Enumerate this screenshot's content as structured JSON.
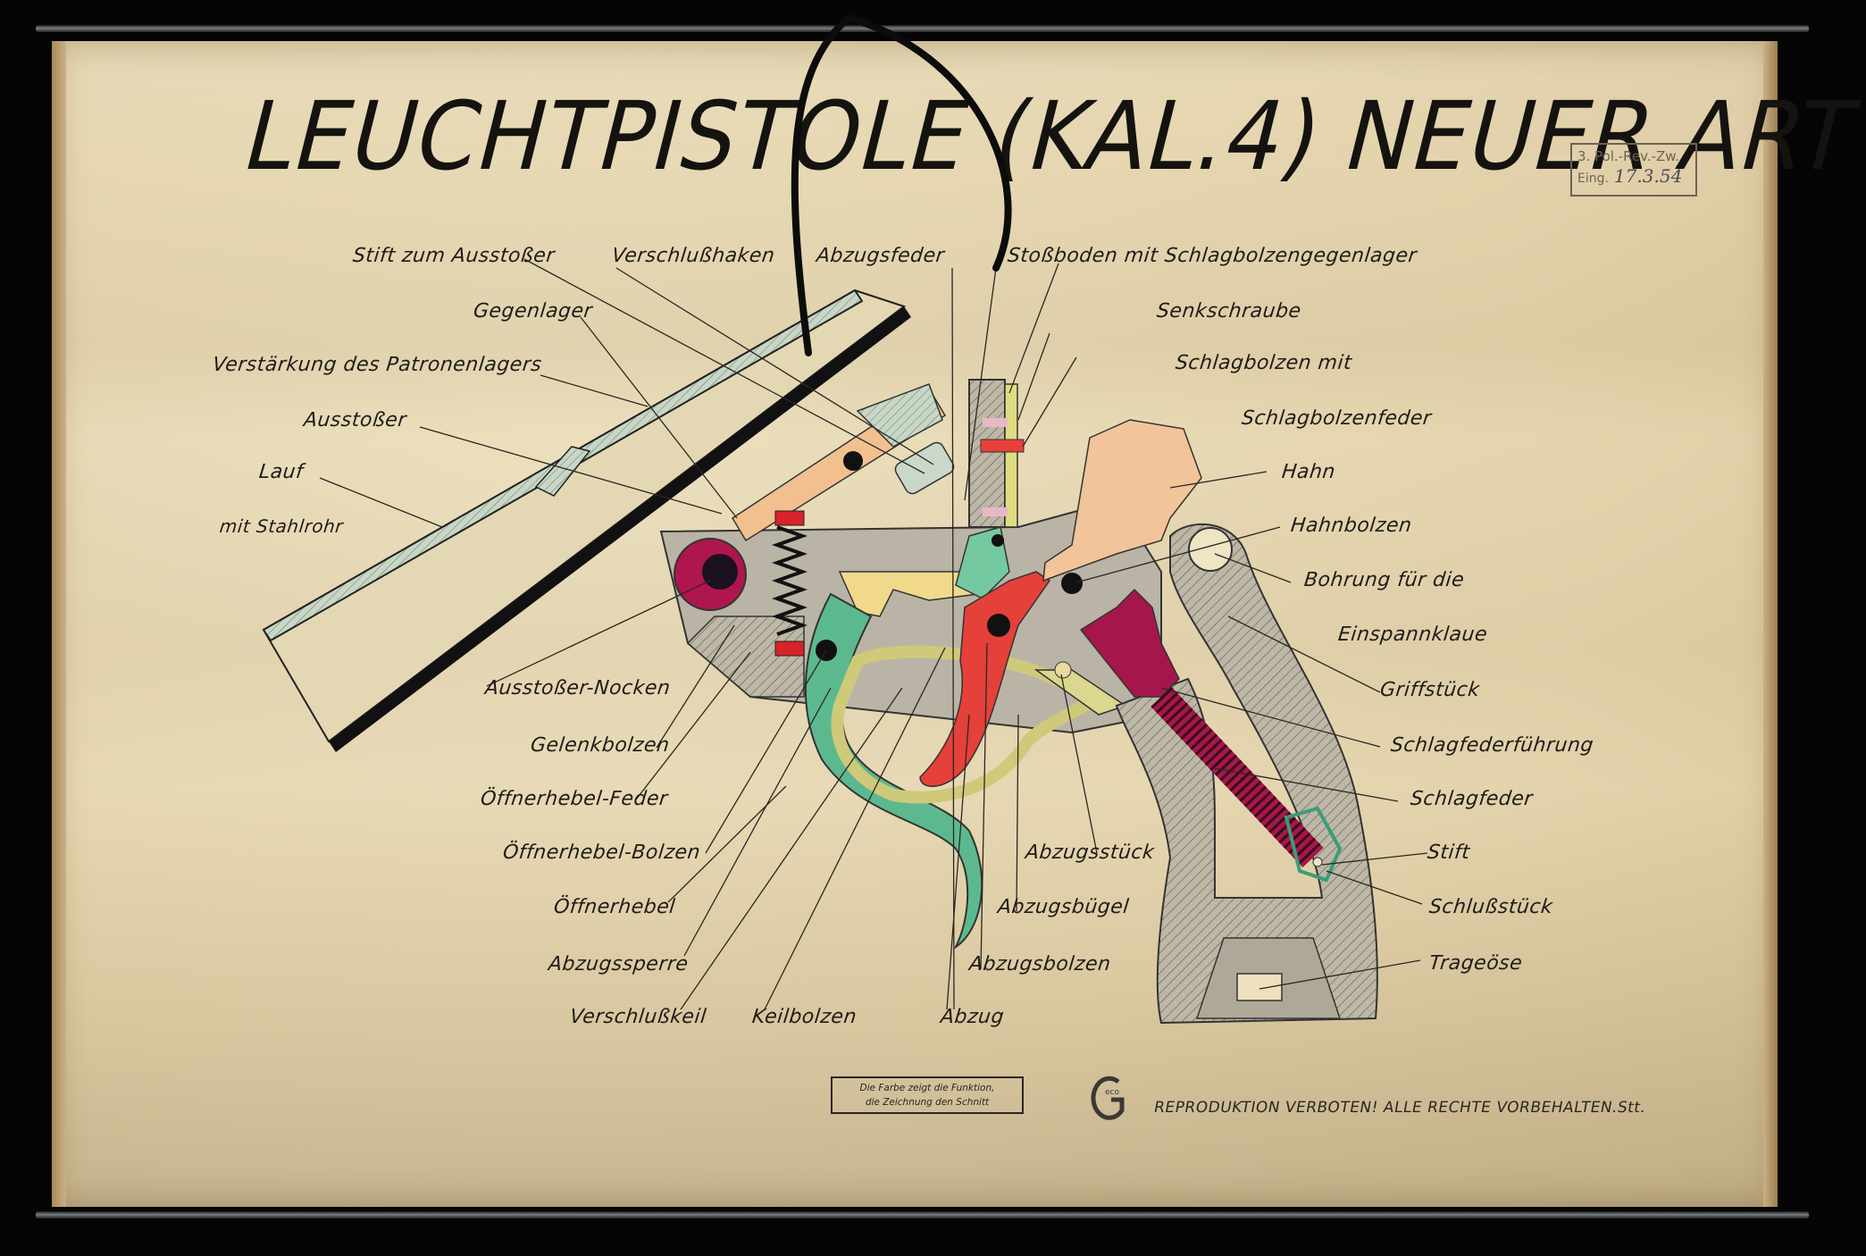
{
  "poster": {
    "title": "LEUCHTPISTOLE (KAL.4) NEUER ART",
    "stamp": {
      "line1": "3. Pol.-Rev.-Zw.",
      "line2_label": "Eing.",
      "line2_date": "17.3.54"
    },
    "legend_box": {
      "line1": "Die Farbe zeigt die Funktion,",
      "line2": "die Zeichnung den Schnitt"
    },
    "publisher_logo": "GECO",
    "copyright": "REPRODUKTION VERBOTEN! ALLE RECHTE VORBEHALTEN.Stt."
  },
  "labels": {
    "stift_zum_ausstosser": "Stift zum Ausstoßer",
    "verschlusshaken": "Verschlußhaken",
    "abzugsfeder": "Abzugsfeder",
    "stossboden": "Stoßboden mit Schlagbolzengegenlager",
    "gegenlager": "Gegenlager",
    "senkschraube": "Senkschraube",
    "verstaerkung": "Verstärkung des Patronenlagers",
    "schlagbolzen_mit": "Schlagbolzen mit",
    "schlagbolzenfeder": "Schlagbolzenfeder",
    "ausstosser": "Ausstoßer",
    "hahn": "Hahn",
    "lauf": "Lauf",
    "mit_stahlrohr": "mit Stahlrohr",
    "hahnbolzen": "Hahnbolzen",
    "bohrung": "Bohrung für die",
    "einspannklaue": "Einspannklaue",
    "ausstosser_nocken": "Ausstoßer-Nocken",
    "griffstueck": "Griffstück",
    "gelenkbolzen": "Gelenkbolzen",
    "schlagfederfuehrung": "Schlagfederführung",
    "oeffnerhebel_feder": "Öffnerhebel-Feder",
    "schlagfeder": "Schlagfeder",
    "oeffnerhebel_bolzen": "Öffnerhebel-Bolzen",
    "abzugsstueck": "Abzugsstück",
    "stift": "Stift",
    "oeffnerhebel": "Öffnerhebel",
    "abzugsbuegel": "Abzugsbügel",
    "schlussstueck": "Schlußstück",
    "abzugssperre": "Abzugssperre",
    "abzugsbolzen": "Abzugsbolzen",
    "trageoese": "Trageöse",
    "verschlusskeil": "Verschlußkeil",
    "keilbolzen": "Keilbolzen",
    "abzug": "Abzug"
  },
  "colors": {
    "paper": "#e6d7b1",
    "frame": "#050505",
    "ink": "#1e1c18",
    "section_grey": "#b7b2a2",
    "barrel_green": "#c9d8c8",
    "ejector_orange": "#f1c08e",
    "hammer_peach": "#f2c49a",
    "trigger_red": "#e5403a",
    "mainspring_crimson": "#a5174a",
    "opener_green": "#5cb98f",
    "trigger_guard_yellow": "#dcd78e",
    "locking_yellow": "#f0d98a"
  }
}
